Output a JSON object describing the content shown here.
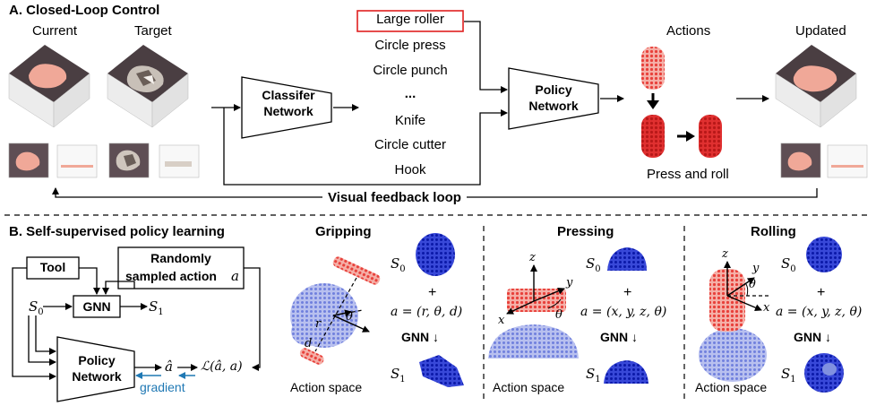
{
  "panel_a": {
    "title": "A. Closed-Loop Control",
    "current_label": "Current",
    "target_label": "Target",
    "classifier_label_1": "Classifer",
    "classifier_label_2": "Network",
    "tools": [
      "Large roller",
      "Circle press",
      "Circle punch",
      "...",
      "Knife",
      "Circle cutter",
      "Hook"
    ],
    "policy_label_1": "Policy",
    "policy_label_2": "Network",
    "actions_label": "Actions",
    "press_roll_label": "Press and roll",
    "updated_label": "Updated",
    "feedback_label": "Visual feedback loop"
  },
  "panel_b": {
    "title": "B. Self-supervised policy learning",
    "tool_label": "Tool",
    "random_label_1": "Randomly",
    "random_label_2": "sampled action",
    "random_var": "a",
    "gnn_label": "GNN",
    "s0": "S",
    "s1": "S",
    "policy_label_1": "Policy",
    "policy_label_2": "Network",
    "a_hat": "â",
    "loss": "ℒ(â, a)",
    "gradient_label": "gradient"
  },
  "gripping": {
    "title": "Gripping",
    "plus": "+",
    "action_eq": "a = (r, θ, d)",
    "gnn_arrow": "GNN",
    "action_space": "Action space",
    "axis_theta": "θ",
    "axis_r": "r",
    "axis_d": "d"
  },
  "pressing": {
    "title": "Pressing",
    "plus": "+",
    "action_eq": "a = (x, y, z, θ)",
    "gnn_arrow": "GNN",
    "action_space": "Action space",
    "axis_z": "z",
    "axis_y": "y",
    "axis_x": "x",
    "axis_theta": "θ"
  },
  "rolling": {
    "title": "Rolling",
    "plus": "+",
    "action_eq": "a = (x, y, z, θ)",
    "gnn_arrow": "GNN",
    "action_space": "Action space",
    "axis_z": "z",
    "axis_y": "y",
    "axis_x": "x",
    "axis_theta": "θ"
  },
  "colors": {
    "red_box": "#e02020",
    "gradient_blue": "#1f78b4",
    "dough_pink": "#e8a090",
    "tool_red": "#e8403a",
    "cloud_blue": "#2030c8",
    "cloud_light": "#8090e0"
  }
}
